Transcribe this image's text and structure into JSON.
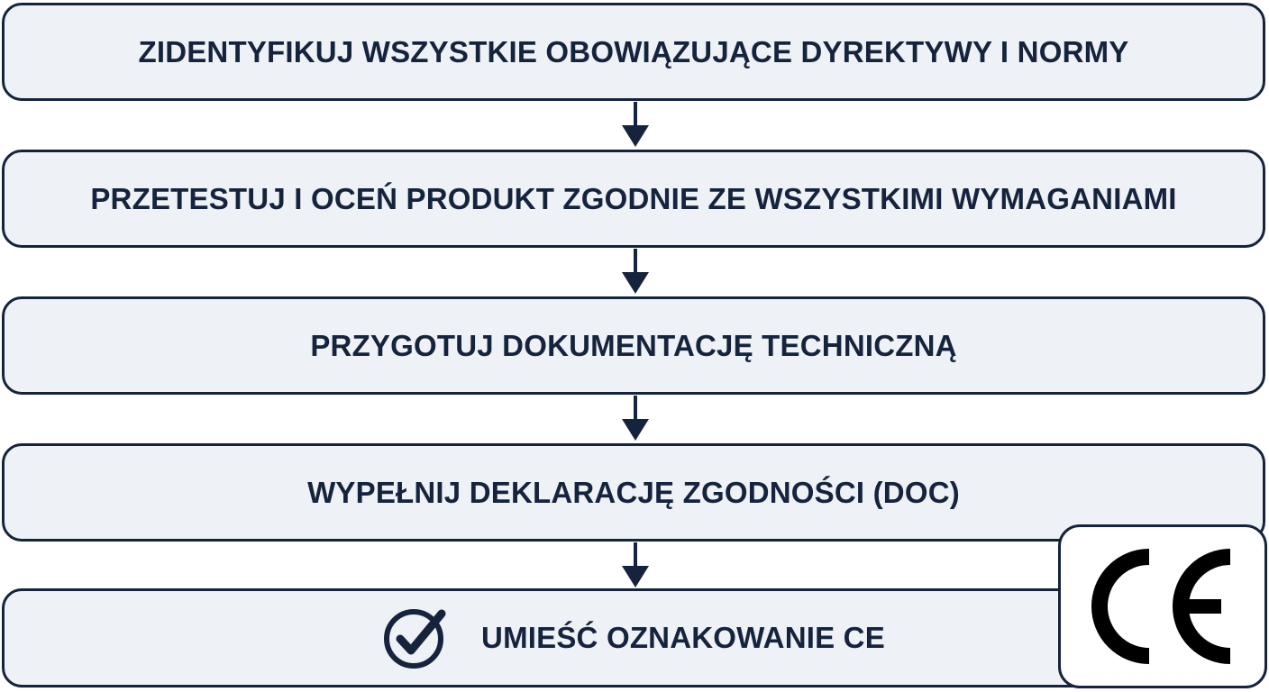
{
  "steps": [
    {
      "label": "ZIDENTYFIKUJ WSZYSTKIE OBOWIĄZUJĄCE DYREKTYWY I NORMY"
    },
    {
      "label": "PRZETESTUJ I OCEŃ PRODUKT ZGODNIE ZE WSZYSTKIMI WYMAGANIAMI"
    },
    {
      "label": "PRZYGOTUJ DOKUMENTACJĘ TECHNICZNĄ"
    },
    {
      "label": "WYPEŁNIJ DEKLARACJĘ ZGODNOŚCI (DOC)"
    },
    {
      "label": "UMIEŚĆ OZNAKOWANIE CE",
      "icon": "checkmark-circle-icon"
    }
  ],
  "ce_logo": {
    "text": "CE",
    "icon": "ce-mark-icon"
  },
  "colors": {
    "stroke": "#15233d",
    "box_fill": "#eef1f5",
    "background": "#ffffff"
  }
}
